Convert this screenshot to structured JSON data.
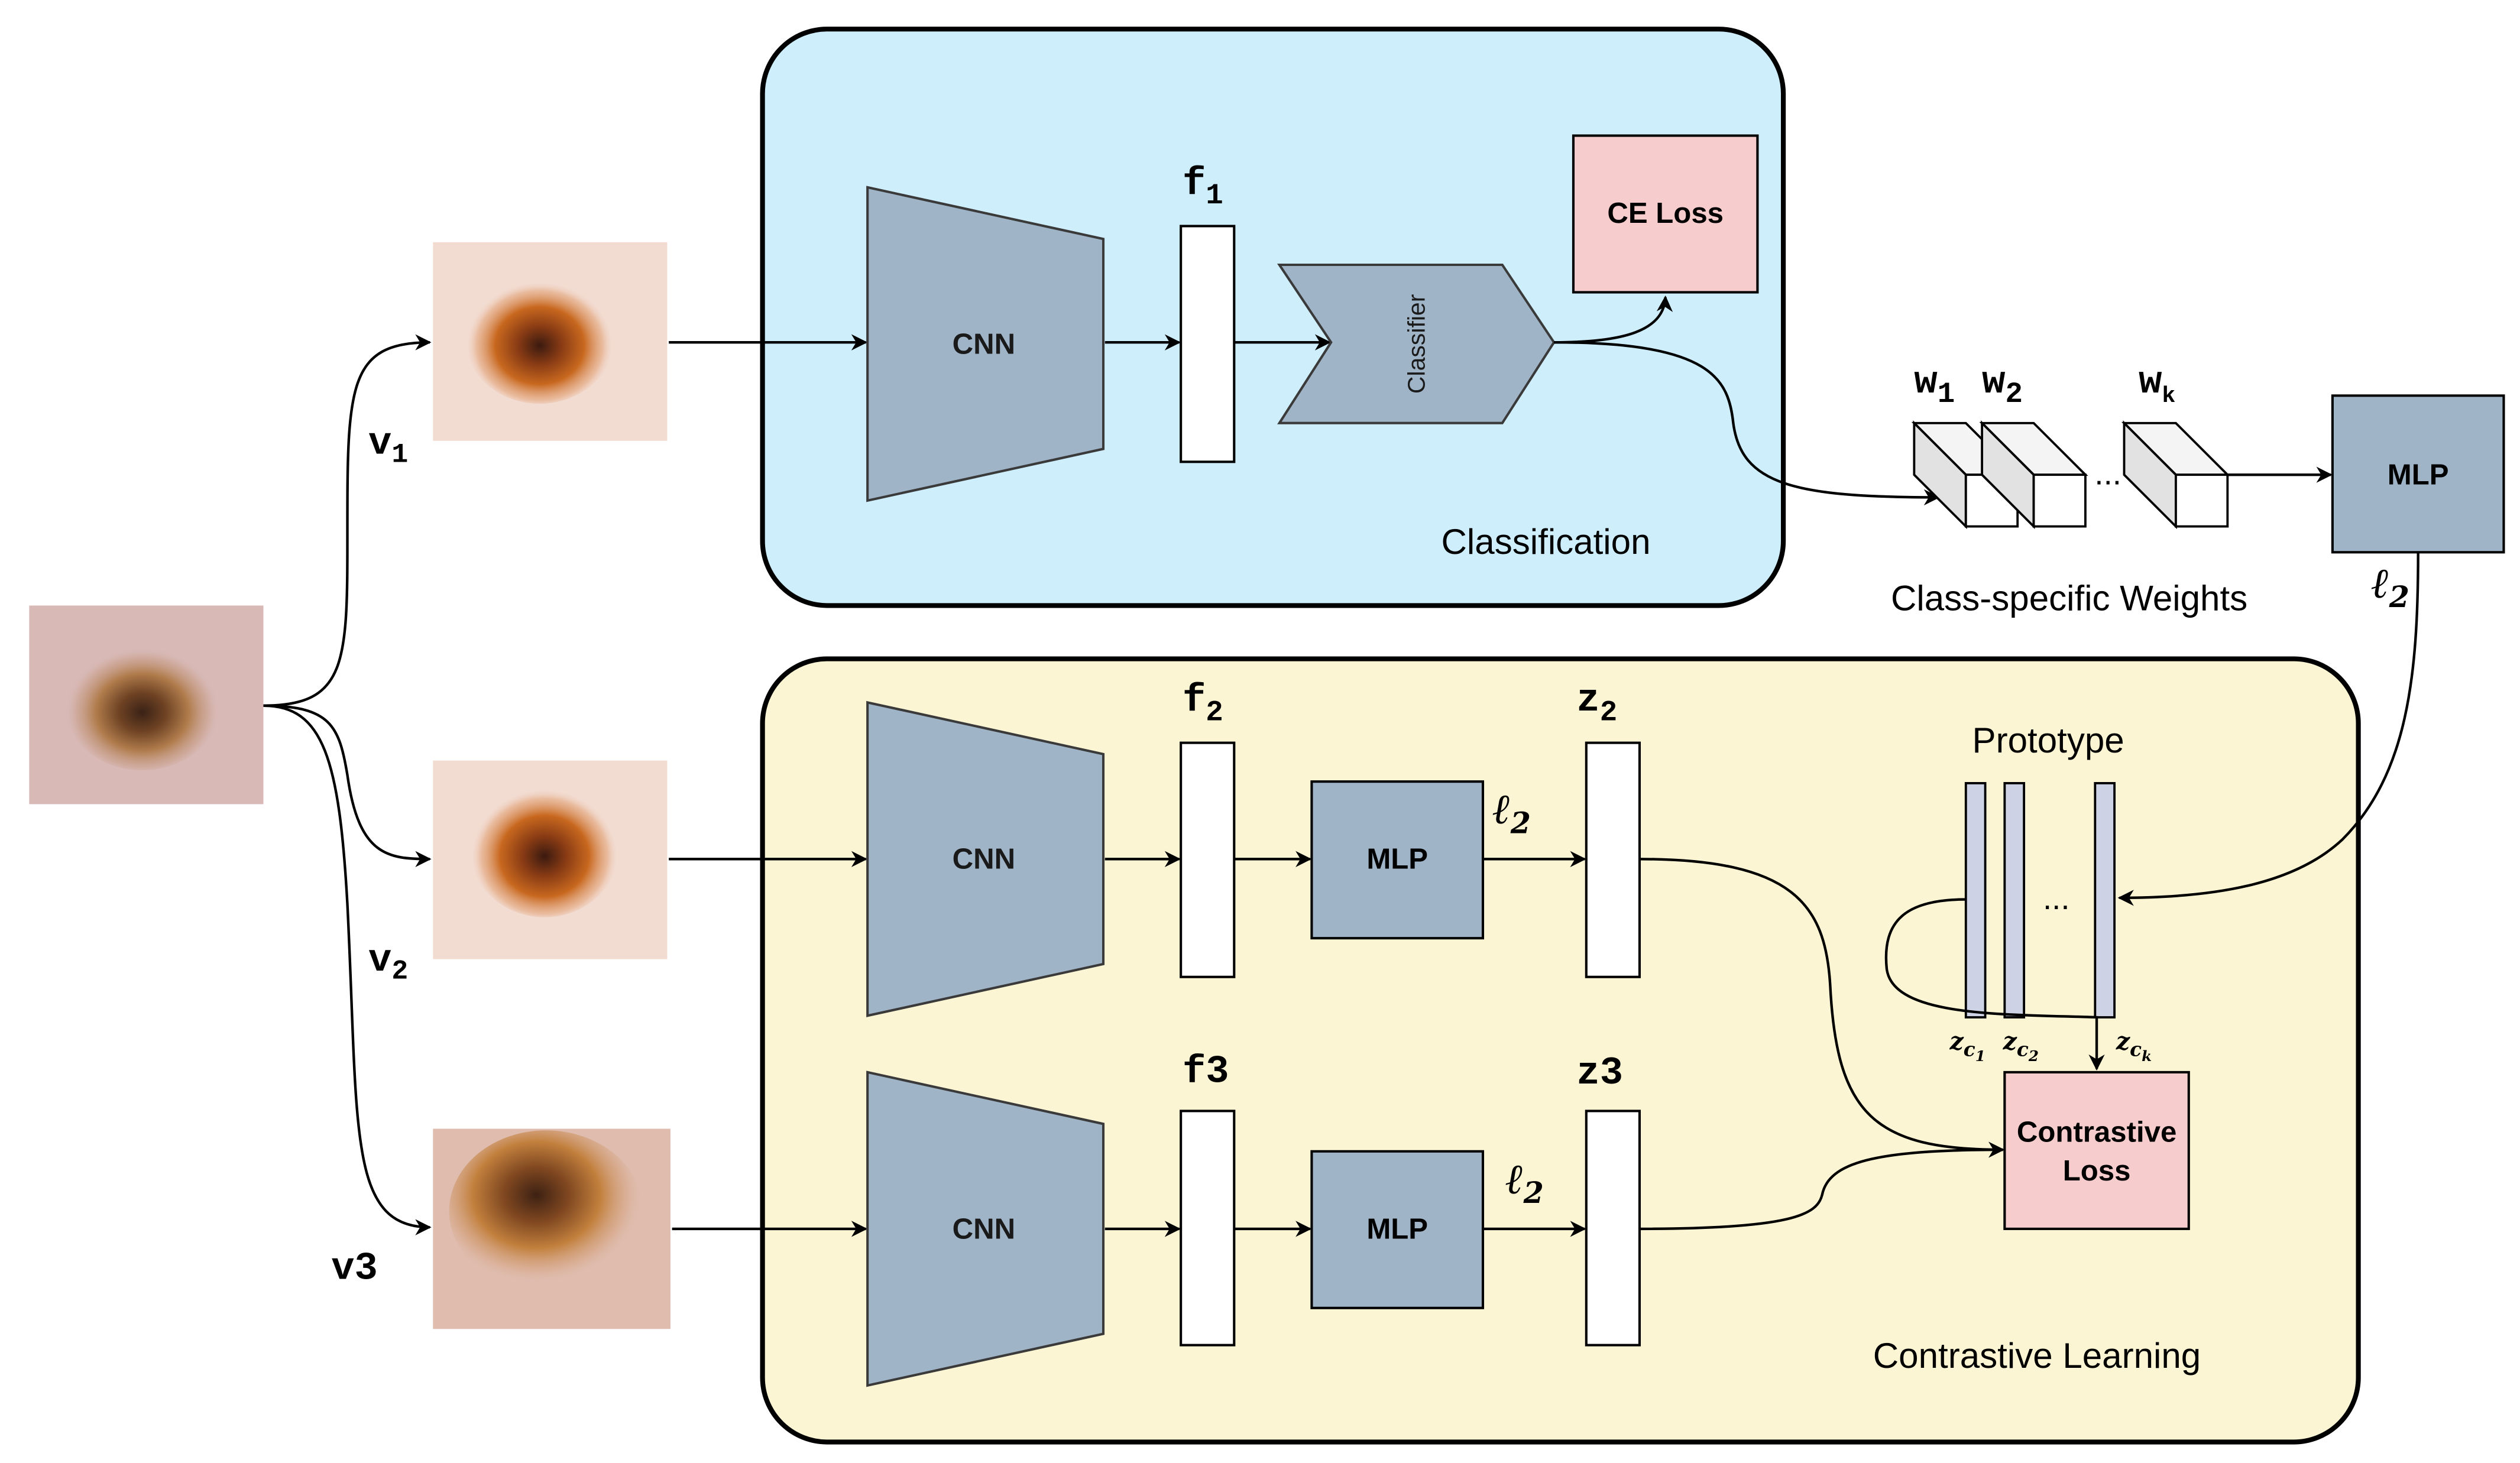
{
  "classification_panel": {
    "title": "Classification",
    "encoder_label": "CNN",
    "feature_label": "f",
    "feature_sub": "1",
    "classifier_label": "Classifier",
    "loss_label": "CE Loss"
  },
  "weights": {
    "caption": "Class-specific Weights",
    "w1": "w",
    "w1_sub": "1",
    "w2": "w",
    "w2_sub": "2",
    "wk": "w",
    "wk_sub": "k",
    "ellipsis": "...",
    "mlp_label": "MLP",
    "norm_label": "ℓ",
    "norm_sub": "2"
  },
  "contrastive_panel": {
    "title": "Contrastive Learning",
    "encoder_label": "CNN",
    "mlp_label": "MLP",
    "norm_label": "ℓ",
    "norm_sub": "2",
    "f2": "f",
    "f2_sub": "2",
    "f3": "f3",
    "z2": "z",
    "z2_sub": "2",
    "z3": "z3",
    "prototype_title": "Prototype",
    "prototype_ellipsis": "...",
    "zc1": "z",
    "zc1_sub": "c",
    "zc1_subsub": "1",
    "zc2": "z",
    "zc2_sub": "c",
    "zc2_subsub": "2",
    "zck": "z",
    "zck_sub": "c",
    "zck_subsub": "k",
    "loss_line1": "Contrastive",
    "loss_line2": "Loss"
  },
  "views": {
    "v1": "v",
    "v1_sub": "1",
    "v2": "v",
    "v2_sub": "2",
    "v3": "v3"
  },
  "colors": {
    "classification_bg": "#cfeefc",
    "contrastive_bg": "#fcf5d4",
    "block_fill": "#a0b4c8",
    "loss_fill": "#f6cccd",
    "prototype_fill": "#cdd3e4"
  }
}
